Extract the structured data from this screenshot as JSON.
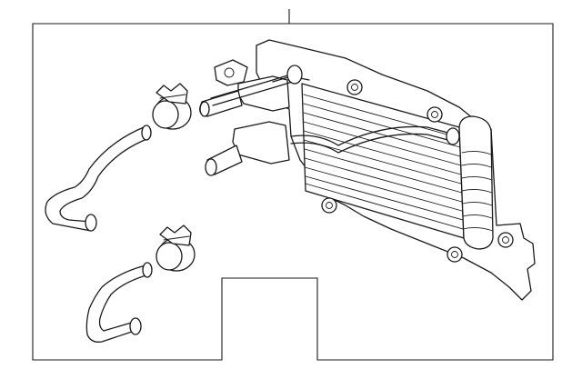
{
  "diagram": {
    "parts": [
      "oil-cooler-assembly",
      "upper-hose",
      "lower-hose",
      "upper-clamp",
      "lower-clamp",
      "mounting-bolt",
      "cooler-tube"
    ]
  }
}
